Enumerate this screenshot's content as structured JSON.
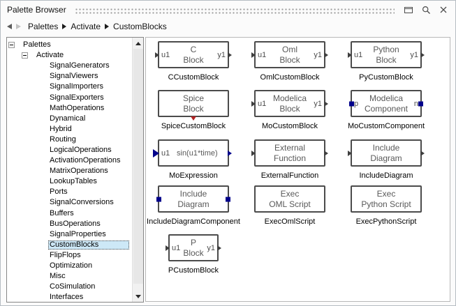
{
  "window": {
    "title": "Palette Browser"
  },
  "titlebar": {
    "icons": [
      {
        "name": "float-window-icon"
      },
      {
        "name": "search-icon"
      },
      {
        "name": "close-icon"
      }
    ]
  },
  "breadcrumb": {
    "items": [
      "Palettes",
      "Activate",
      "CustomBlocks"
    ]
  },
  "tree": {
    "items": [
      {
        "label": "Palettes",
        "level": 0,
        "expandable": true,
        "expanded": true
      },
      {
        "label": "Activate",
        "level": 1,
        "expandable": true,
        "expanded": true
      },
      {
        "label": "SignalGenerators",
        "level": 2
      },
      {
        "label": "SignalViewers",
        "level": 2
      },
      {
        "label": "SignalImporters",
        "level": 2
      },
      {
        "label": "SignalExporters",
        "level": 2
      },
      {
        "label": "MathOperations",
        "level": 2
      },
      {
        "label": "Dynamical",
        "level": 2
      },
      {
        "label": "Hybrid",
        "level": 2
      },
      {
        "label": "Routing",
        "level": 2
      },
      {
        "label": "LogicalOperations",
        "level": 2
      },
      {
        "label": "ActivationOperations",
        "level": 2
      },
      {
        "label": "MatrixOperations",
        "level": 2
      },
      {
        "label": "LookupTables",
        "level": 2
      },
      {
        "label": "Ports",
        "level": 2
      },
      {
        "label": "SignalConversions",
        "level": 2
      },
      {
        "label": "Buffers",
        "level": 2
      },
      {
        "label": "BusOperations",
        "level": 2
      },
      {
        "label": "SignalProperties",
        "level": 2
      },
      {
        "label": "CustomBlocks",
        "level": 2,
        "selected": true
      },
      {
        "label": "FlipFlops",
        "level": 2
      },
      {
        "label": "Optimization",
        "level": 2
      },
      {
        "label": "Misc",
        "level": 2
      },
      {
        "label": "CoSimulation",
        "level": 2
      },
      {
        "label": "Interfaces",
        "level": 2
      }
    ]
  },
  "palette": {
    "blocks": [
      {
        "name": "CCustomBlock",
        "lines": [
          "C",
          "Block"
        ],
        "left_port": "arrow",
        "right_port": "arrow",
        "left_label": "u1",
        "right_label": "y1"
      },
      {
        "name": "OmlCustomBlock",
        "lines": [
          "Oml",
          "Block"
        ],
        "left_port": "arrow",
        "right_port": "arrow",
        "left_label": "u1",
        "right_label": "y1"
      },
      {
        "name": "PyCustomBlock",
        "lines": [
          "Python",
          "Block"
        ],
        "left_port": "arrow",
        "right_port": "arrow",
        "left_label": "u1",
        "right_label": "y1"
      },
      {
        "name": "SpiceCustomBlock",
        "lines": [
          "Spice",
          "Block"
        ],
        "bottom_port": "red-triangle"
      },
      {
        "name": "MoCustomBlock",
        "lines": [
          "Modelica",
          "Block"
        ],
        "left_port": "arrow",
        "right_port": "arrow",
        "left_label": "u1",
        "right_label": "y1"
      },
      {
        "name": "MoCustomComponent",
        "lines": [
          "Modelica",
          "Component"
        ],
        "left_port": "square",
        "right_port": "square",
        "left_label": "p",
        "right_label": "n"
      },
      {
        "name": "MoExpression",
        "expr": "sin(u1*time)",
        "left_port": "arrow-big-blue",
        "right_port": "arrow-blue",
        "left_label": "u1"
      },
      {
        "name": "ExternalFunction",
        "lines": [
          "External",
          "Function"
        ],
        "left_port": "arrow",
        "right_port": "arrow"
      },
      {
        "name": "IncludeDiagram",
        "lines": [
          "Include",
          "Diagram"
        ],
        "left_port": "arrow",
        "right_port": "arrow"
      },
      {
        "name": "IncludeDiagramComponent",
        "lines": [
          "Include",
          "Diagram"
        ],
        "left_port": "square",
        "right_port": "square"
      },
      {
        "name": "ExecOmlScript",
        "lines": [
          "Exec",
          "OML Script"
        ]
      },
      {
        "name": "ExecPythonScript",
        "lines": [
          "Exec",
          "Python Script"
        ]
      },
      {
        "name": "PCustomBlock",
        "lines": [
          "P",
          "Block"
        ],
        "narrow": true,
        "left_port": "arrow",
        "right_port": "arrow",
        "left_label": "u1",
        "right_label": "y1"
      }
    ]
  },
  "colors": {
    "selection_bg": "#cde8f7",
    "block_border": "#4b4b4b",
    "port_dark": "#3f3f3f",
    "port_blue": "#00008b",
    "port_red": "#b22222"
  }
}
